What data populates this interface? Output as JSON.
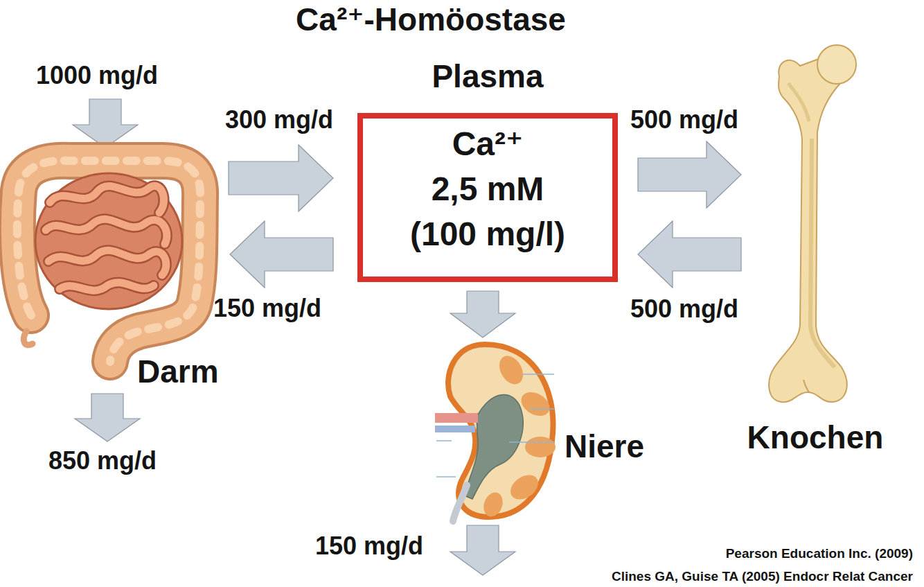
{
  "diagram": {
    "title": "Ca²⁺-Homöostase",
    "nodes": [
      {
        "text": [
          "Plasma",
          "Ca²⁺",
          "2,5 mM",
          "(100 mg/l)"
        ]
      },
      {
        "text": [
          "Darm"
        ]
      },
      {
        "text": [
          "Knochen"
        ]
      },
      {
        "text": [
          "Niere"
        ]
      }
    ],
    "edges": [
      {
        "from": 1,
        "to": 0,
        "arrow": "to",
        "label": "300 mg/d"
      },
      {
        "from": 0,
        "to": 1,
        "arrow": "to",
        "label": "150 mg/d"
      },
      {
        "from": 0,
        "to": 2,
        "arrow": "to",
        "label": "500 mg/d"
      },
      {
        "from": 2,
        "to": 0,
        "arrow": "to",
        "label": "500 mg/d"
      },
      {
        "from": 0,
        "to": 3,
        "arrow": "to"
      }
    ],
    "labels": [
      "1000 mg/d",
      "850 mg/d",
      "150 mg/d",
      "Pearson Education Inc. (2009)",
      "Clines GA, Guise TA (2005) Endocr Relat Cancer"
    ]
  }
}
